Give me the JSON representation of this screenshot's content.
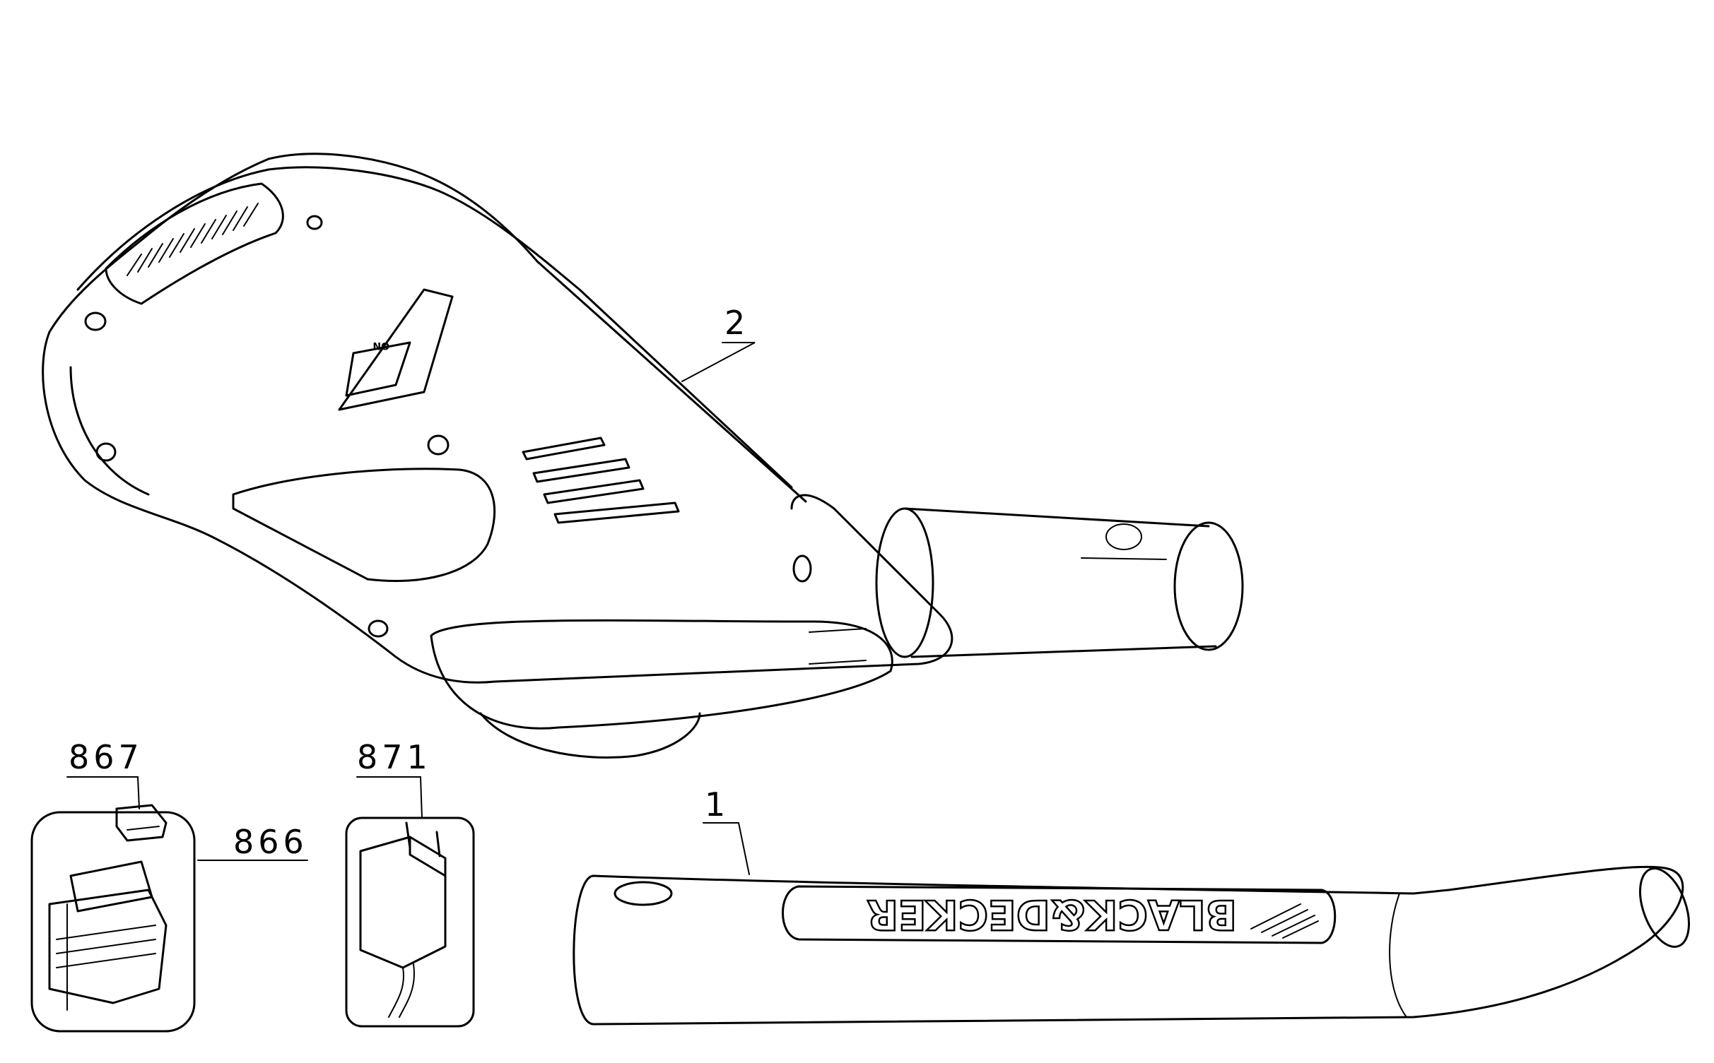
{
  "callouts": [
    {
      "id": "tube",
      "label": "1"
    },
    {
      "id": "blower-housing",
      "label": "2"
    },
    {
      "id": "battery-pack",
      "label": "866"
    },
    {
      "id": "battery-terminal",
      "label": "867"
    },
    {
      "id": "charger",
      "label": "871"
    }
  ],
  "brand_logo": {
    "text": "BLACK&DECKER",
    "mirrored": true
  },
  "switch_label": "ON",
  "icons": [
    "battery-pack-icon",
    "charger-plug-icon",
    "tube-icon",
    "blower-housing-icon"
  ]
}
